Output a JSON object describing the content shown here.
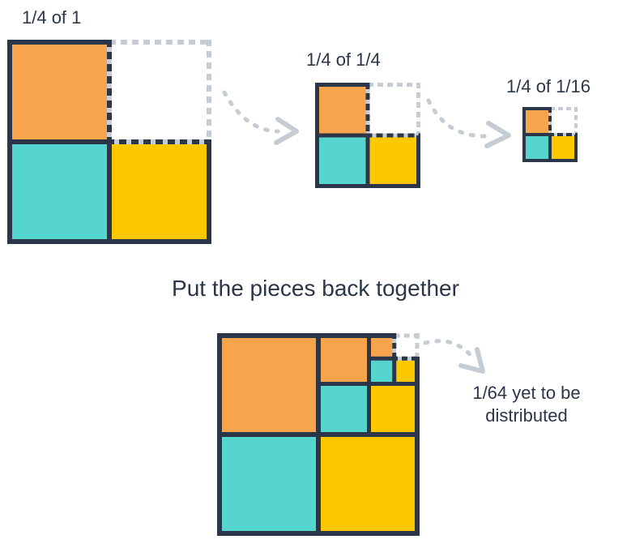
{
  "colors": {
    "orange": "#F6A54D",
    "teal": "#56D4CE",
    "yellow": "#FEC801",
    "navy": "#2B3648",
    "dash": "#C6CCD4",
    "arrow": "#C6CCD4"
  },
  "steps": [
    {
      "label": "1/4 of 1"
    },
    {
      "label": "1/4 of 1/4"
    },
    {
      "label": "1/4 of 1/16"
    }
  ],
  "quadrant_colors": {
    "top_left": "orange",
    "bottom_left": "teal",
    "bottom_right": "yellow",
    "top_right": "removed (dashed outline)"
  },
  "recombined": {
    "heading": "Put the pieces back together",
    "note_lines": [
      "1/64 yet to be",
      "distributed"
    ]
  }
}
